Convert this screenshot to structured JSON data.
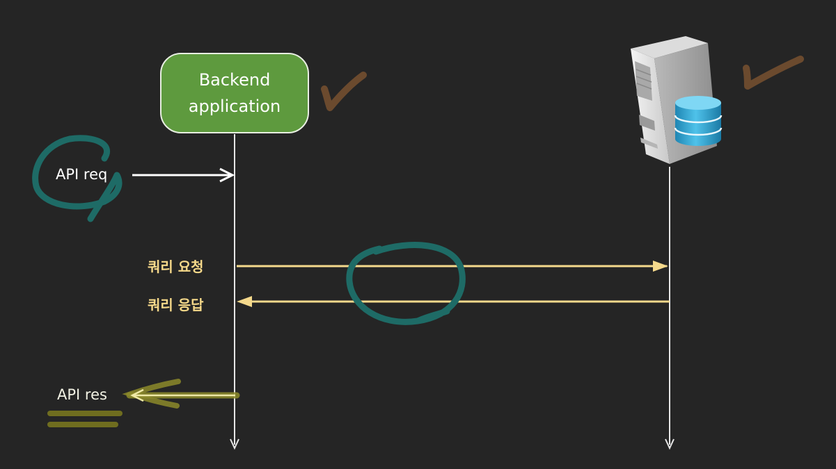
{
  "backend": {
    "line1": "Backend",
    "line2": "application"
  },
  "messages": {
    "api_request": "API req",
    "query_request": "쿼리 요청",
    "query_response": "쿼리 응답",
    "api_response": "API res"
  },
  "colors": {
    "background": "#252525",
    "backend_fill": "#5e9a3e",
    "lifeline": "#e6e6e6",
    "query_arrow": "#f5d98c",
    "response_arrow": "#efe9a6",
    "annotation_teal": "#1e6b66",
    "annotation_brown": "#6b4a2e",
    "annotation_olive": "#8c8a2a"
  },
  "icons": {
    "server": "server-tower-icon",
    "database": "database-cylinder-icon"
  }
}
